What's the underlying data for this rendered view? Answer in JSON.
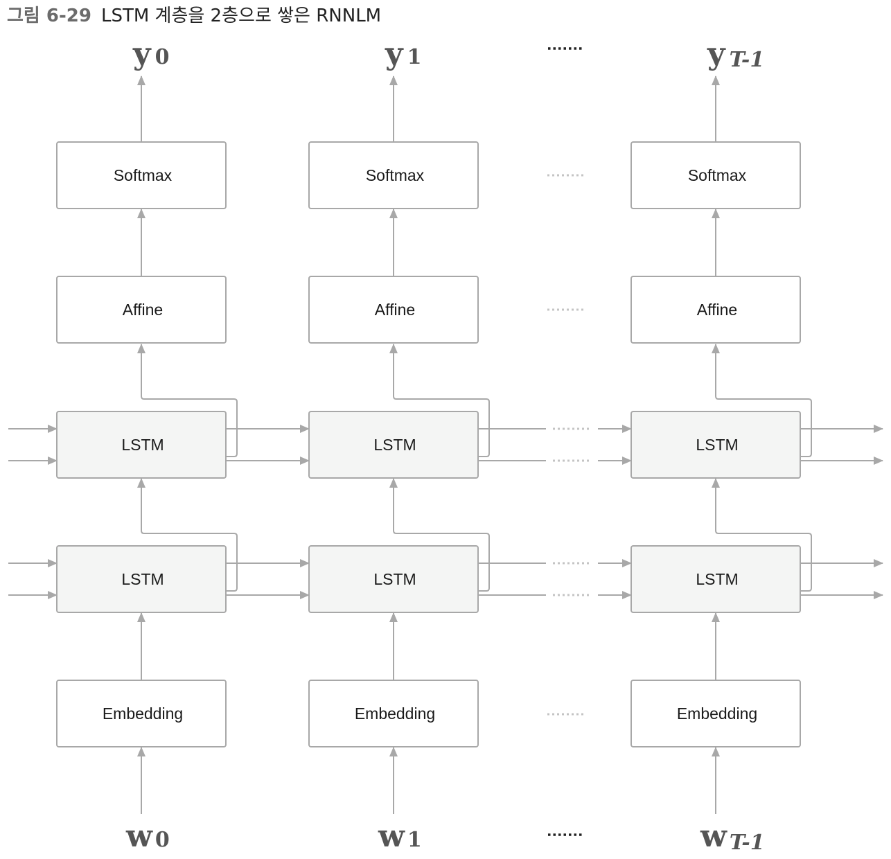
{
  "caption": {
    "figure_number": "그림 6-29",
    "title": "LSTM 계층을 2층으로 쌓은 RNNLM"
  },
  "layers": {
    "softmax": "Softmax",
    "affine": "Affine",
    "lstm_upper": "LSTM",
    "lstm_lower": "LSTM",
    "embedding": "Embedding"
  },
  "columns": [
    {
      "output": {
        "symbol": "y",
        "subscript": "0"
      },
      "input": {
        "symbol": "w",
        "subscript": "0"
      }
    },
    {
      "output": {
        "symbol": "y",
        "subscript": "1"
      },
      "input": {
        "symbol": "w",
        "subscript": "1"
      }
    },
    {
      "output": {
        "symbol": "y",
        "subscript": "T-1"
      },
      "input": {
        "symbol": "w",
        "subscript": "T-1"
      }
    }
  ],
  "ellipsis": "......",
  "colors": {
    "box_border": "#a8a8a8",
    "lstm_fill": "#f4f5f4",
    "arrow": "#a8a8a8",
    "io_text": "#555555"
  }
}
